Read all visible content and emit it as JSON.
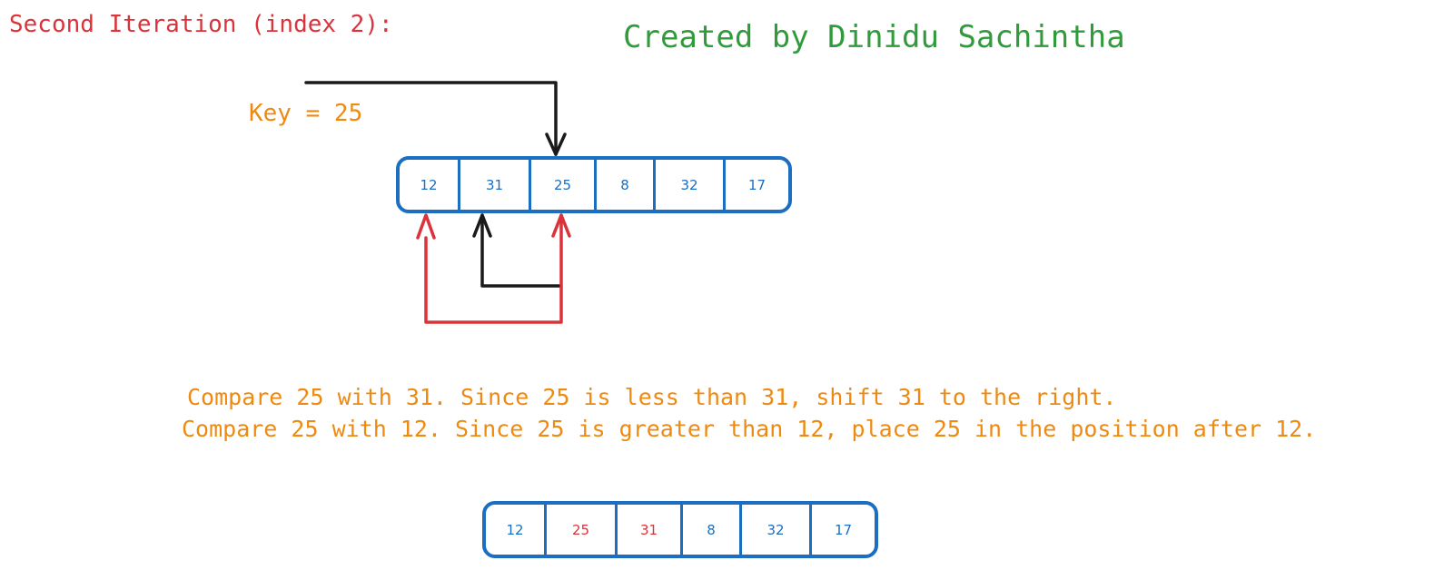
{
  "heading": "Second Iteration (index 2):",
  "credit": "Created by Dinidu Sachintha",
  "key_label": "Key = 25",
  "array_before": [
    "12",
    "31",
    "25",
    "8",
    "32",
    "17"
  ],
  "array_after": [
    "12",
    "25",
    "31",
    "8",
    "32",
    "17"
  ],
  "explanation": {
    "line1": "Compare 25 with 31. Since 25 is less than 31, shift 31 to the right.",
    "line2": "Compare 25 with 12. Since 25 is greater than 12, place 25 in the position after 12."
  },
  "colors": {
    "heading": "#d9333b",
    "credit": "#2f9b3a",
    "orange_text": "#ee8a12",
    "array_border": "#1c6ec0",
    "highlight": "#d9333b",
    "arrow_black": "#1a1a1a",
    "arrow_red": "#d9333b"
  }
}
